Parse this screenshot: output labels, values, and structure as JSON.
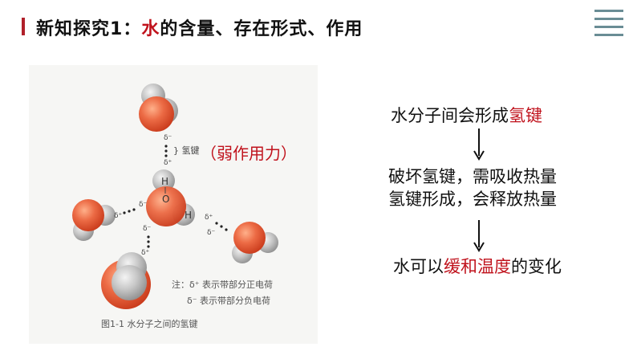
{
  "header": {
    "title_prefix": "新知探究1：",
    "title_highlight": "水",
    "title_suffix": "的含量、存在形式、作用"
  },
  "figure": {
    "delta_minus_top": "δ⁻",
    "delta_plus_top": "δ⁺",
    "hbond_label": "} 氢键",
    "annotation": "（弱作用力）",
    "atom_h_top": "H",
    "atom_o": "O",
    "atom_h_right": "H",
    "delta_left_plus": "δ⁺",
    "delta_left_minus": "δ⁻",
    "delta_right_plus": "δ⁺",
    "delta_right_minus": "δ⁻",
    "delta_bottom_minus": "δ⁻",
    "delta_bottom_plus": "δ⁺",
    "note_line1": "注：δ⁺ 表示带部分正电荷",
    "note_line2": "δ⁻ 表示带部分负电荷",
    "caption": "图1-1   水分子之间的氢键",
    "colors": {
      "oxygen": "#e0502e",
      "hydrogen": "#b8b8b8"
    }
  },
  "right": {
    "line1_prefix": "水分子间会形成",
    "line1_highlight": "氢键",
    "line2": "破坏氢键，需吸收热量",
    "line3": "氢键形成，会释放热量",
    "line4_prefix": "水可以",
    "line4_highlight": "缓和温度",
    "line4_suffix": "的变化"
  },
  "icons": {
    "menu": "menu-lines-icon",
    "arrows": "down-arrow-icon"
  }
}
